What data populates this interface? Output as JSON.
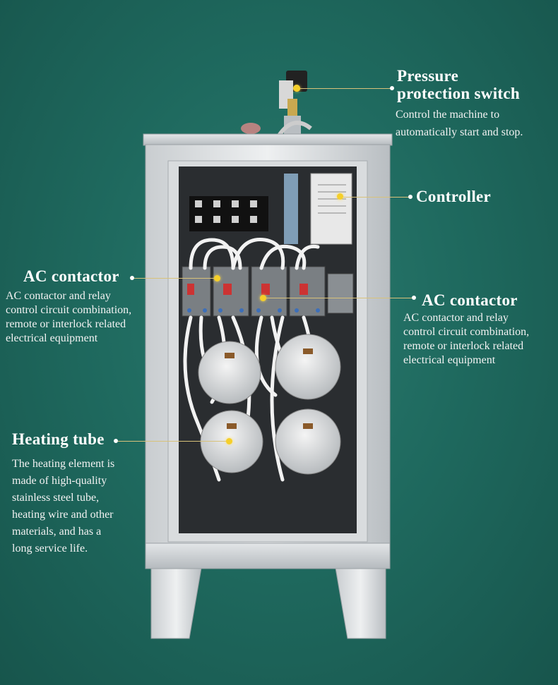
{
  "callouts": {
    "pressure": {
      "title_line1": "Pressure",
      "title_line2": "protection switch",
      "desc_line1": "Control the machine to",
      "desc_line2": "automatically start and stop."
    },
    "controller": {
      "title": "Controller"
    },
    "ac_left": {
      "title": "AC contactor",
      "desc_line1": "AC contactor and relay",
      "desc_line2": "control circuit combination,",
      "desc_line3": "remote or interlock related",
      "desc_line4": "electrical equipment"
    },
    "ac_right": {
      "title": "AC contactor",
      "desc_line1": "AC contactor and relay",
      "desc_line2": "control circuit combination,",
      "desc_line3": "remote or interlock related",
      "desc_line4": "electrical equipment"
    },
    "heating": {
      "title": "Heating tube",
      "desc_line1": "The heating element is",
      "desc_line2": "made of high-quality",
      "desc_line3": "stainless steel tube,",
      "desc_line4": "heating wire and other",
      "desc_line5": "materials, and has a",
      "desc_line6": "long service life."
    }
  },
  "colors": {
    "background": "#1f6a5f",
    "accent_dot": "#f5cf2a",
    "text": "#ffffff"
  }
}
